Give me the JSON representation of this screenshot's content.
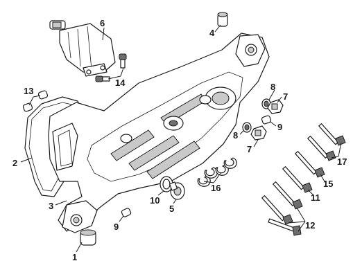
{
  "callouts": [
    {
      "id": "c1",
      "text": "1"
    },
    {
      "id": "c2",
      "text": "2"
    },
    {
      "id": "c3",
      "text": "3"
    },
    {
      "id": "c4",
      "text": "4"
    },
    {
      "id": "c5",
      "text": "5"
    },
    {
      "id": "c6",
      "text": "6"
    },
    {
      "id": "c7a",
      "text": "7"
    },
    {
      "id": "c7b",
      "text": "7"
    },
    {
      "id": "c8a",
      "text": "8"
    },
    {
      "id": "c8b",
      "text": "8"
    },
    {
      "id": "c9a",
      "text": "9"
    },
    {
      "id": "c9b",
      "text": "9"
    },
    {
      "id": "c10",
      "text": "10"
    },
    {
      "id": "c11",
      "text": "11"
    },
    {
      "id": "c12",
      "text": "12"
    },
    {
      "id": "c13",
      "text": "13"
    },
    {
      "id": "c14",
      "text": "14"
    },
    {
      "id": "c15",
      "text": "15"
    },
    {
      "id": "c16",
      "text": "16"
    },
    {
      "id": "c17",
      "text": "17"
    }
  ]
}
